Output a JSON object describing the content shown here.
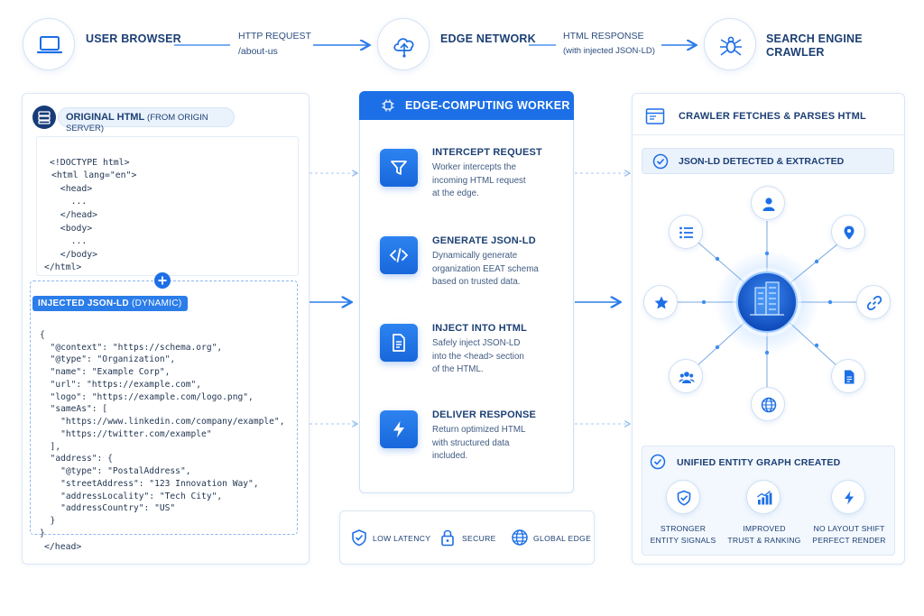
{
  "top_flow": {
    "browser_label": "USER BROWSER",
    "request_label": "HTTP REQUEST",
    "request_path": "/about-us",
    "edge_label": "EDGE NETWORK",
    "response_label": "HTML RESPONSE",
    "response_note": "(with injected JSON-LD)",
    "crawler_label_line1": "SEARCH ENGINE",
    "crawler_label_line2": "CRAWLER"
  },
  "original_html": {
    "title": "ORIGINAL HTML",
    "title_note": "(FROM ORIGIN SERVER)",
    "lines": [
      "<!DOCTYPE html>",
      "<html lang=\"en\">",
      "  <head>",
      "    ...",
      "  </head>",
      "  <body>",
      "    ...",
      "  </body>",
      "</html>"
    ],
    "closing_line": "</head>"
  },
  "injected_json": {
    "title": "INJECTED JSON-LD",
    "title_note": "(DYNAMIC)",
    "lines": [
      "{",
      "  \"@context\": \"https://schema.org\",",
      "  \"@type\": \"Organization\",",
      "  \"name\": \"Example Corp\",",
      "  \"url\": \"https://example.com\",",
      "  \"logo\": \"https://example.com/logo.png\",",
      "  \"sameAs\": [",
      "    \"https://www.linkedin.com/company/example\",",
      "    \"https://twitter.com/example\"",
      "  ],",
      "  \"address\": {",
      "    \"@type\": \"PostalAddress\",",
      "    \"streetAddress\": \"123 Innovation Way\",",
      "    \"addressLocality\": \"Tech City\",",
      "    \"addressCountry\": \"US\"",
      "  }",
      "}"
    ]
  },
  "worker": {
    "title": "EDGE-COMPUTING WORKER",
    "steps": [
      {
        "title": "INTERCEPT REQUEST",
        "desc": [
          "Worker intercepts the",
          "incoming HTML request",
          "at the edge."
        ],
        "icon": "funnel-icon"
      },
      {
        "title": "GENERATE JSON-LD",
        "desc": [
          "Dynamically generate",
          "organization EEAT schema",
          "based on trusted data."
        ],
        "icon": "code-icon"
      },
      {
        "title": "INJECT INTO HTML",
        "desc": [
          "Safely inject JSON-LD",
          "into the <head> section",
          "of the HTML."
        ],
        "icon": "document-icon"
      },
      {
        "title": "DELIVER RESPONSE",
        "desc": [
          "Return optimized HTML",
          "with structured data",
          "included."
        ],
        "icon": "lightning-icon"
      }
    ],
    "features": [
      {
        "label": "LOW LATENCY",
        "icon": "shield-check-icon"
      },
      {
        "label": "SECURE",
        "icon": "lock-icon"
      },
      {
        "label": "GLOBAL EDGE",
        "icon": "globe-icon"
      }
    ]
  },
  "crawler": {
    "title": "CRAWLER FETCHES & PARSES HTML",
    "detected_label": "JSON-LD DETECTED & EXTRACTED",
    "graph_label": "UNIFIED ENTITY GRAPH CREATED",
    "benefits": [
      {
        "line1": "STRONGER",
        "line2": "ENTITY SIGNALS",
        "icon": "shield-check-icon"
      },
      {
        "line1": "IMPROVED",
        "line2": "TRUST & RANKING",
        "icon": "bar-chart-icon"
      },
      {
        "line1": "NO LAYOUT SHIFT",
        "line2": "PERFECT RENDER",
        "icon": "lightning-icon"
      }
    ]
  },
  "colors": {
    "accent": "#1c6fe6",
    "dark_text": "#1c3f74",
    "light_fill": "#eaf2fc"
  }
}
